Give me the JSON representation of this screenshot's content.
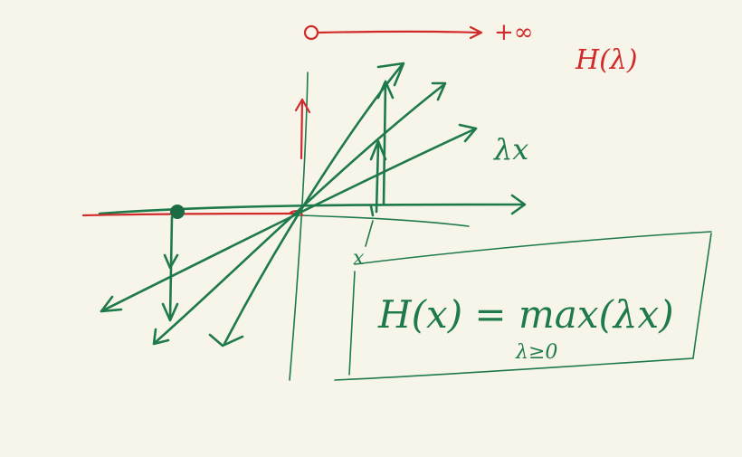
{
  "colors": {
    "background": "#f7f5ea",
    "green_ink": "#1f7a4a",
    "red_ink": "#d12a2a",
    "dot_fill": "#1b6b44"
  },
  "labels": {
    "range_plus_inf": "+∞",
    "h_of_lambda": "H(λ)",
    "lambda_x": "λx",
    "x_tick": "x",
    "formula_main": "H(x) = max(λx)",
    "formula_sub": "λ≥0"
  }
}
